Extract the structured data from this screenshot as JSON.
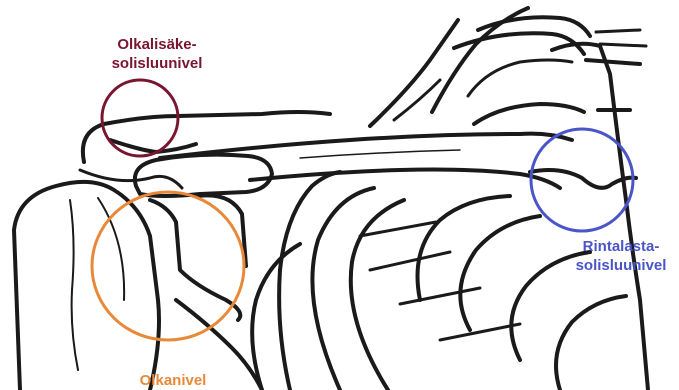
{
  "labels": {
    "acromioclavicular": {
      "line1": "Olkalisäke-",
      "line2": "solisluunivel",
      "color": "#7a1530"
    },
    "glenohumeral": {
      "line1": "Olkanivel",
      "color": "#e8893a"
    },
    "sternoclavicular": {
      "line1": "Rintalasta-",
      "line2": "solisluunivel",
      "color": "#4a55c8"
    }
  },
  "colors": {
    "ink": "#1a1a1a",
    "background": "#ffffff"
  }
}
